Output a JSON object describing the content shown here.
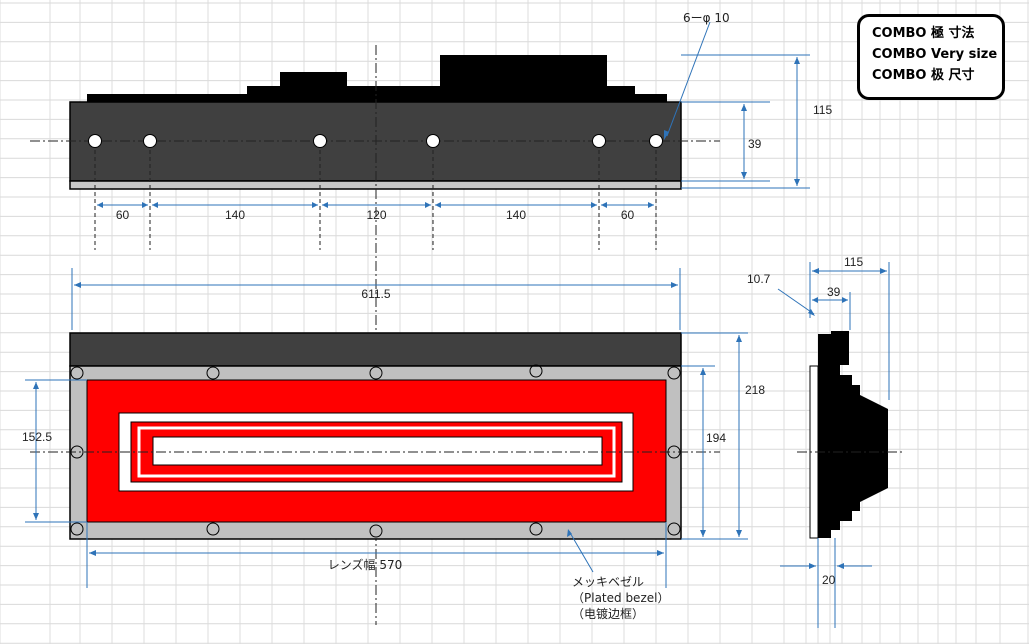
{
  "title_box": {
    "line1": "COMBO 極 寸法",
    "line2": "COMBO Very size",
    "line3": "COMBO 极 尺寸"
  },
  "top_view": {
    "hole_label": "6ーφ 10",
    "height_overall": "115",
    "height_holes": "39",
    "spacings": [
      "60",
      "140",
      "120",
      "140",
      "60"
    ]
  },
  "front_view": {
    "overall_width": "611.5",
    "height_total": "218",
    "height_bezel": "194",
    "height_lens": "152.5",
    "lens_width": "レンズ幅 570"
  },
  "side_view": {
    "depth_total": "115",
    "depth_mid": "39",
    "offset": "10.7",
    "bottom": "20"
  },
  "bezel_label": {
    "ja": "メッキベゼル",
    "en": "（Plated bezel）",
    "zh": "（电镀边框）"
  },
  "colors": {
    "housing": "#404040",
    "bezel": "#c0c0c0",
    "lens": "#ff0000",
    "dimension": "#2e73b8"
  }
}
